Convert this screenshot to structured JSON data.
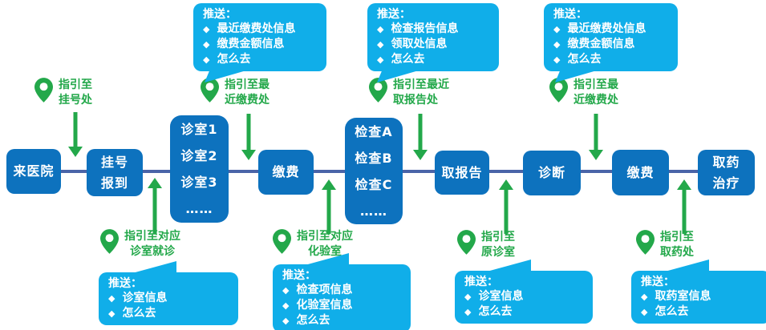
{
  "palette": {
    "node_blue": "#0d72be",
    "callout_cyan": "#10aee9",
    "green": "#23a84a",
    "line_blue": "#4a64a8",
    "text_white": "#ffffff"
  },
  "bullet": "◆",
  "nodes": [
    {
      "lines": [
        "来医院"
      ]
    },
    {
      "lines": [
        "挂号",
        "报到"
      ]
    },
    {
      "lines": [
        "诊室1",
        "诊室2",
        "诊室3",
        "……"
      ]
    },
    {
      "lines": [
        "缴费"
      ]
    },
    {
      "lines": [
        "检查A",
        "检查B",
        "检查C",
        "……"
      ]
    },
    {
      "lines": [
        "取报告"
      ]
    },
    {
      "lines": [
        "诊断"
      ]
    },
    {
      "lines": [
        "缴费"
      ]
    },
    {
      "lines": [
        "取药",
        "治疗"
      ]
    }
  ],
  "pins_top": [
    {
      "label_lines": [
        "指引至",
        "挂号处"
      ]
    },
    {
      "label_lines": [
        "指引至最",
        "近缴费处"
      ]
    },
    {
      "label_lines": [
        "指引至最近",
        "取报告处"
      ]
    },
    {
      "label_lines": [
        "指引至最",
        "近缴费处"
      ]
    }
  ],
  "pins_bottom": [
    {
      "label_lines": [
        "指引至对应",
        "诊室就诊"
      ]
    },
    {
      "label_lines": [
        "指引至对应",
        "化验室"
      ]
    },
    {
      "label_lines": [
        "指引至",
        "原诊室"
      ]
    },
    {
      "label_lines": [
        "指引至",
        "取药处"
      ]
    }
  ],
  "callouts_top": [
    {
      "title": "推送：",
      "items": [
        "最近缴费处信息",
        "缴费金额信息",
        "怎么去"
      ]
    },
    {
      "title": "推送：",
      "items": [
        "检查报告信息",
        "领取处信息",
        "怎么去"
      ]
    },
    {
      "title": "推送：",
      "items": [
        "最近缴费处信息",
        "缴费金额信息",
        "怎么去"
      ]
    }
  ],
  "callouts_bottom": [
    {
      "title": "推送：",
      "items": [
        "诊室信息",
        "怎么去"
      ]
    },
    {
      "title": "推送：",
      "items": [
        "检查项信息",
        "化验室信息",
        "怎么去"
      ]
    },
    {
      "title": "推送：",
      "items": [
        "诊室信息",
        "怎么去"
      ]
    },
    {
      "title": "推送：",
      "items": [
        "取药室信息",
        "怎么去"
      ]
    }
  ]
}
